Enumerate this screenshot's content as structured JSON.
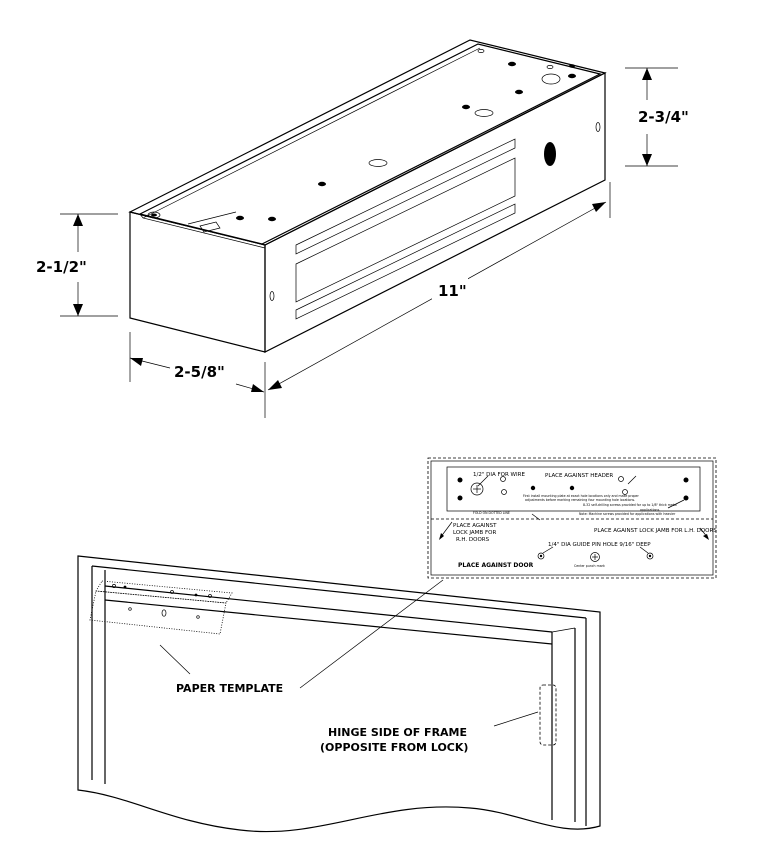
{
  "dimensions": {
    "height_top": "2-3/4\"",
    "height_side": "2-1/2\"",
    "length": "11\"",
    "width": "2-5/8\""
  },
  "callouts": {
    "paper_template": "PAPER TEMPLATE",
    "hinge_line1": "HINGE SIDE OF FRAME",
    "hinge_line2": "(OPPOSITE FROM LOCK)"
  },
  "template": {
    "wire_hole": "1/2\" DIA FOR WIRE",
    "place_header": "PLACE AGAINST HEADER",
    "instructions_1": "First install mounting plate at exact hole locations only and make proper",
    "instructions_2": "adjustments before marking remaining four mounting hole locations.",
    "screws_note_1": "8-32 self-drilling screws provided for up to 1/8\" thick metal",
    "screws_note_2": "applications.",
    "screws_note_3": "Note: Machine screws provided for applications with heavier",
    "fold_line": "FOLD ON DOTTED LINE",
    "place_lock_rh_1": "PLACE AGAINST",
    "place_lock_rh_2": "LOCK JAMB FOR",
    "place_lock_rh_3": "R.H. DOORS",
    "place_lock_lh": "PLACE AGAINST LOCK JAMB FOR L.H. DOORS",
    "guide_pin": "1/4\" DIA GUIDE PIN HOLE 9/16\" DEEP",
    "place_door": "PLACE AGAINST DOOR",
    "center_punch": "Center punch mark"
  }
}
